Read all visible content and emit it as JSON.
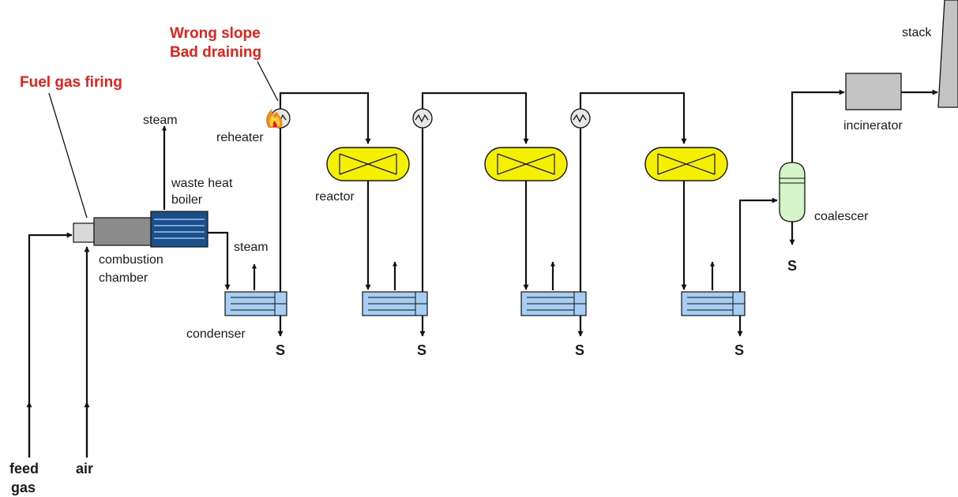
{
  "annotations": {
    "fuel_gas_firing": "Fuel gas firing",
    "wrong_slope_line1": "Wrong slope",
    "wrong_slope_line2": "Bad draining"
  },
  "labels": {
    "steam_top": "steam",
    "waste_heat_line1": "waste heat",
    "waste_heat_line2": "boiler",
    "steam_condenser": "steam",
    "combustion_line1": "combustion",
    "combustion_line2": "chamber",
    "condenser": "condenser",
    "reheater": "reheater",
    "reactor": "reactor",
    "incinerator": "incinerator",
    "stack": "stack",
    "coalescer": "coalescer",
    "sulfur": "S",
    "feed_gas_line1": "feed",
    "feed_gas_line2": "gas",
    "air": "air"
  },
  "colors": {
    "annotation_red": "#e8201a",
    "reactor_fill": "#f5f000",
    "condenser_fill": "#a8cdf2",
    "boiler_fill": "#1a4f8a",
    "combustion_fill": "#8c8c8c",
    "coalescer_fill": "#d4f5c8",
    "incinerator_fill": "#c4c4c4",
    "stack_fill": "#c4c4c4"
  },
  "icons": {
    "flame": "flame-icon",
    "heat_exchanger": "heat-exchanger-icon"
  }
}
